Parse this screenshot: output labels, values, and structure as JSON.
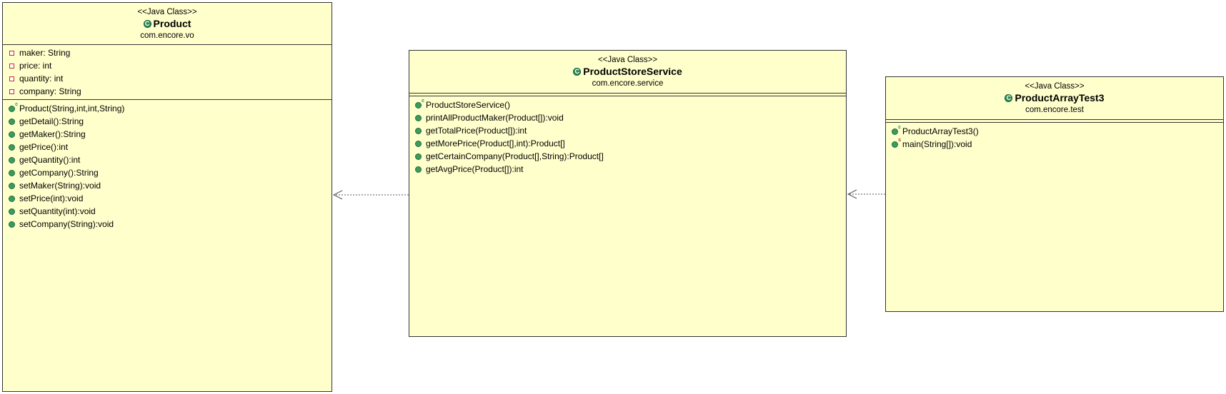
{
  "classes": {
    "product": {
      "stereotype": "<<Java Class>>",
      "name": "Product",
      "package": "com.encore.vo",
      "fields": [
        "maker: String",
        "price: int",
        "quantity: int",
        "company: String"
      ],
      "methods": [
        {
          "text": "Product(String,int,int,String)",
          "modifier": "c"
        },
        {
          "text": "getDetail():String",
          "modifier": ""
        },
        {
          "text": "getMaker():String",
          "modifier": ""
        },
        {
          "text": "getPrice():int",
          "modifier": ""
        },
        {
          "text": "getQuantity():int",
          "modifier": ""
        },
        {
          "text": "getCompany():String",
          "modifier": ""
        },
        {
          "text": "setMaker(String):void",
          "modifier": ""
        },
        {
          "text": "setPrice(int):void",
          "modifier": ""
        },
        {
          "text": "setQuantity(int):void",
          "modifier": ""
        },
        {
          "text": "setCompany(String):void",
          "modifier": ""
        }
      ]
    },
    "service": {
      "stereotype": "<<Java Class>>",
      "name": "ProductStoreService",
      "package": "com.encore.service",
      "methods": [
        {
          "text": "ProductStoreService()",
          "modifier": "c"
        },
        {
          "text": "printAllProductMaker(Product[]):void",
          "modifier": ""
        },
        {
          "text": "getTotalPrice(Product[]):int",
          "modifier": ""
        },
        {
          "text": "getMorePrice(Product[],int):Product[]",
          "modifier": ""
        },
        {
          "text": "getCertainCompany(Product[],String):Product[]",
          "modifier": ""
        },
        {
          "text": "getAvgPrice(Product[]):int",
          "modifier": ""
        }
      ]
    },
    "test": {
      "stereotype": "<<Java Class>>",
      "name": "ProductArrayTest3",
      "package": "com.encore.test",
      "methods": [
        {
          "text": "ProductArrayTest3()",
          "modifier": "c"
        },
        {
          "text": "main(String[]):void",
          "modifier": "s"
        }
      ]
    }
  },
  "colors": {
    "class_fill": "#ffffcc",
    "border": "#333333",
    "class_icon": "#2e8b57",
    "field_icon": "#c03030",
    "arrow": "#555555"
  },
  "icons": {
    "class": "class-c-icon",
    "field": "private-field-icon",
    "method": "public-method-icon"
  }
}
